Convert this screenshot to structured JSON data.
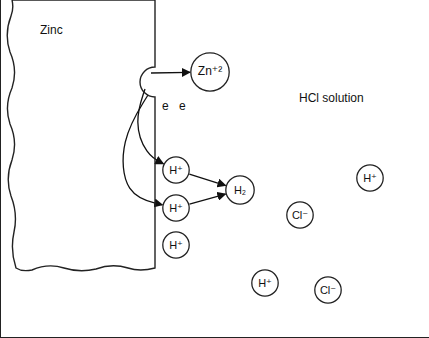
{
  "diagram": {
    "nodes": [
      {
        "text": [
          "Zinc"
        ]
      },
      {
        "text": [
          "Zn⁺²"
        ]
      },
      {
        "text": [
          "H⁺"
        ]
      },
      {
        "text": [
          "H⁺"
        ]
      },
      {
        "text": [
          "H₂"
        ]
      },
      {
        "text": [
          "H⁺"
        ]
      },
      {
        "text": [
          "Cl⁻"
        ]
      },
      {
        "text": [
          "H⁺"
        ]
      },
      {
        "text": [
          "H⁺"
        ]
      },
      {
        "text": [
          "Cl⁻"
        ]
      }
    ],
    "edges": [
      {
        "from": 0,
        "to": 1,
        "arrow": "to"
      },
      {
        "from": 0,
        "to": 2,
        "label": "e",
        "arrow": "to"
      },
      {
        "from": 0,
        "to": 3,
        "label": "e",
        "arrow": "to"
      },
      {
        "from": 2,
        "to": 4,
        "arrow": "to"
      },
      {
        "from": 3,
        "to": 4,
        "arrow": "to"
      }
    ],
    "labels": [
      "HCl solution"
    ]
  }
}
